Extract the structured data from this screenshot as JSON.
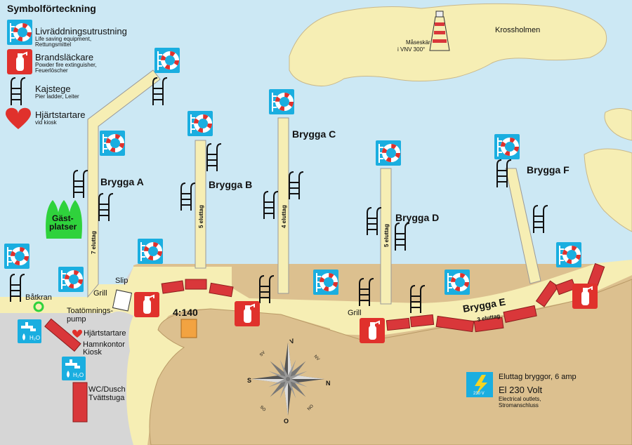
{
  "legend": {
    "title": "Symbolförteckning",
    "life_saving": {
      "label": "Livräddningsutrustning",
      "sub1": "Life saving equipment,",
      "sub2": "Rettungsmittel"
    },
    "fire_ext": {
      "label": "Brandsläckare",
      "sub1": "Powder fire extinguisher,",
      "sub2": "Feuerlöscher"
    },
    "ladder": {
      "label": "Kajstege",
      "sub1": "Pier ladder, Leiter"
    },
    "defib": {
      "label": "Hjärtstartare",
      "sub1": "vid kiosk"
    }
  },
  "places": {
    "masskar": {
      "line1": "Måseskär",
      "line2": "i VNV 300°"
    },
    "krossholmen": "Krossholmen",
    "guest_line1": "Gäst-",
    "guest_line2": "platser",
    "batkran": "Båtkran",
    "grill": "Grill",
    "slip": "Slip",
    "grill2": "Grill",
    "depth": "4:140",
    "toa_line1": "Toatömnings-",
    "toa_line2": "pump",
    "hjart": "Hjärtstartare",
    "hamn_line1": "Hamnkontor",
    "hamn_line2": "Kiosk",
    "wc_line1": "WC/Dusch",
    "wc_line2": "Tvättstuga",
    "h2o": "H₂O",
    "volt_badge": "230 V"
  },
  "piers": {
    "a": "Brygga A",
    "b": "Brygga B",
    "c": "Brygga C",
    "d": "Brygga D",
    "e": "Brygga E",
    "f": "Brygga F",
    "a_outlets": "7 eluttag",
    "b_outlets": "5 eluttag",
    "c_outlets": "4 eluttag",
    "d_outlets": "5 eluttag",
    "e_outlets": "3 eluttag"
  },
  "electric": {
    "line1": "Eluttag bryggor, 6 amp",
    "line2": "El 230 Volt",
    "line3": "Electrical outlets,",
    "line4": "Stromanschluss"
  },
  "compass": {
    "n": "N",
    "s": "S",
    "v": "V",
    "o": "O",
    "nv": "NV",
    "no": "NO",
    "sv": "SV",
    "so": "SO"
  },
  "colors": {
    "water": "#cce8f4",
    "land": "#dcc08f",
    "pier": "#f6eeb4",
    "boat": "#d9373a",
    "life_blue": "#1aaee0",
    "guest": "#2fd23c"
  }
}
